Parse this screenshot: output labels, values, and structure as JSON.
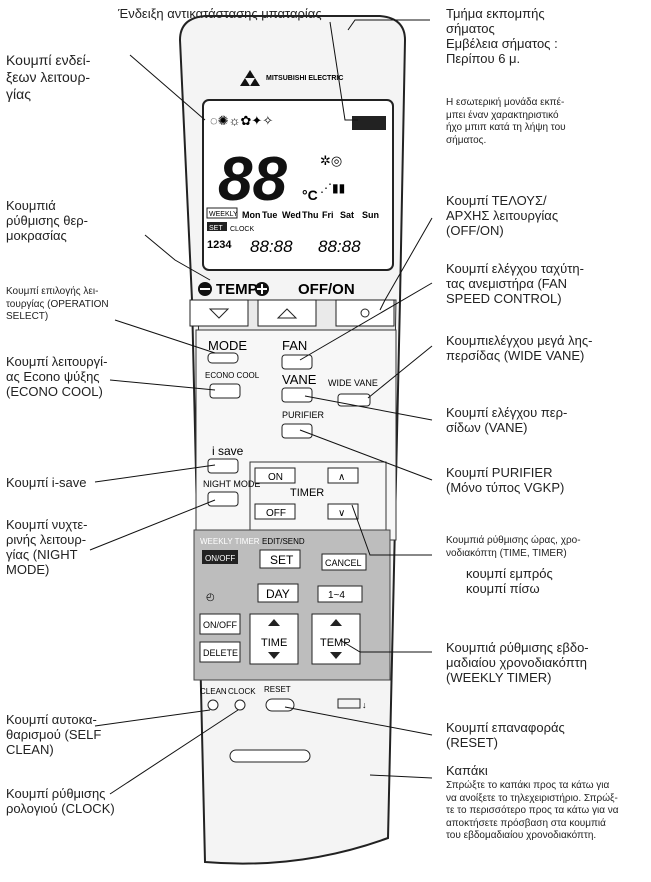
{
  "brand": "MITSUBISHI ELECTRIC",
  "remote": {
    "temp_label": "TEMP",
    "offon_label": "OFF/ON",
    "lcd": {
      "temp": "88",
      "unit": "°C",
      "days": [
        "Mon",
        "Tue",
        "Wed",
        "Thu",
        "Fri",
        "Sat",
        "Sun"
      ],
      "weekly": "WEEKLY",
      "set": "SET",
      "clock": "CLOCK",
      "on": "ON",
      "off": "OFF",
      "digits": "1234",
      "time1": "88:88",
      "time2": "88:88"
    },
    "mode": "MODE",
    "econo": "ECONO COOL",
    "fan": "FAN",
    "vane": "VANE",
    "wide_vane": "WIDE VANE",
    "purifier": "PURIFIER",
    "isave": "i save",
    "night": "NIGHT MODE",
    "timer_on": "ON",
    "timer": "TIMER",
    "timer_off": "OFF",
    "weekly_timer": "WEEKLY TIMER",
    "weekly_onoff": "ON/OFF",
    "edit_send": "EDIT/SEND",
    "set": "SET",
    "cancel": "CANCEL",
    "day": "DAY",
    "range": "1~4",
    "onoff": "ON/OFF",
    "delete": "DELETE",
    "time": "TIME",
    "temp2": "TEMP",
    "clean": "CLEAN",
    "clock": "CLOCK",
    "reset": "RESET"
  },
  "labels": {
    "battery": "Ένδειξη αντικατάστασης μπαταρίας",
    "emitter": "Τμήμα εκπομπής\nσήματος\nΕμβέλεια σήματος :\nΠερίπου 6 μ.",
    "emitter_note": "Η εσωτερική μονάδα εκπέ-\nμπει έναν χαρακτηριστικό\nήχο μπιπ κατά τη λήψη του\nσήματος.",
    "display": "Κουμπί ενδεί-\nξεων λειτουρ-\nγίας",
    "temp_buttons": "Κουμπιά\nρύθμισης θερ-\nμοκρασίας",
    "op_select": "Κουμπί επιλογής λει-\nτουργίας (OPERATION\nSELECT)",
    "econo": "Κουμπί λειτουργί-\nας Econo ψύξης\n(ECONO COOL)",
    "isave": "Κουμπί i-save",
    "night": "Κουμπί νυχτε-\nρινής λειτουρ-\nγίας (NIGHT\nMODE)",
    "self_clean": "Κουμπί αυτοκα-\nθαρισμού (SELF\nCLEAN)",
    "clock": "Κουμπί ρύθμισης\nρολογιού (CLOCK)",
    "offon": "Κουμπί ΤΕΛΟΥΣ/\nΑΡΧΗΣ λειτουργίας\n(OFF/ON)",
    "fan": "Κουμπί ελέγχου ταχύτη-\nτας ανεμιστήρα (FAN\nSPEED CONTROL)",
    "wide_vane": "Κουμπιελέγχου μεγά λης-\nπερσίδας (WIDE VANE)",
    "vane": "Κουμπί ελέγχου περ-\nσίδων (VANE)",
    "purifier": "Κουμπί PURIFIER\n(Μόνο τύπος VGKP)",
    "time_timer": "Κουμπιά ρύθμισης ώρας, χρο-\nνοδιακόπτη (TIME, TIMER)",
    "forward_back": "κουμπί εμπρός\nκουμπί πίσω",
    "weekly": "Κουμπιά ρύθμισης εβδο-\nμαδιαίου χρονοδιακόπτη\n(WEEKLY TIMER)",
    "reset": "Κουμπί επαναφοράς\n(RESET)",
    "lid": "Καπάκι",
    "lid_note": "Σπρώξτε το καπάκι προς τα κάτω για\nνα ανοίξετε το τηλεχειριστήριο. Σπρώξ-\nτε το περισσότερο προς τα κάτω για να\nαποκτήσετε πρόσβαση στα κουμπιά\nτου εβδομαδιαίου χρονοδιακόπτη."
  }
}
